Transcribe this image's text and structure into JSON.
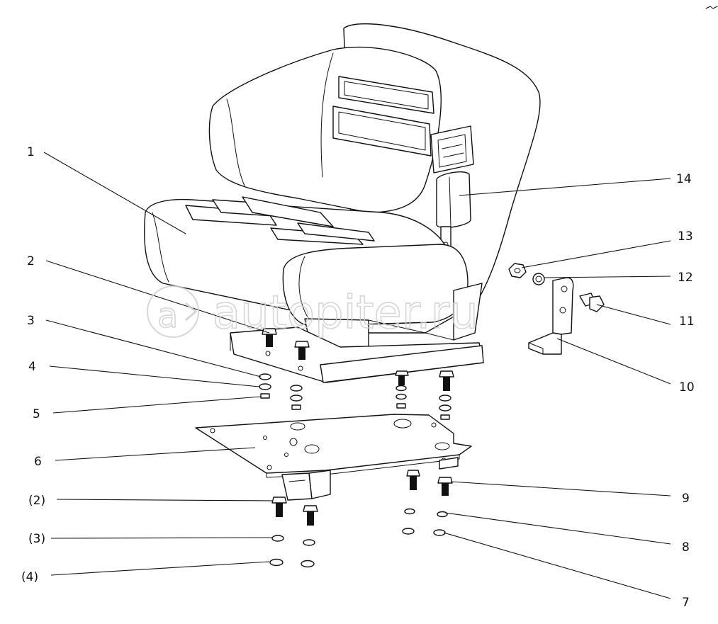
{
  "watermark": {
    "text": "autopiter.ru"
  },
  "callouts": [
    {
      "id": "1",
      "label": "1"
    },
    {
      "id": "2",
      "label": "2"
    },
    {
      "id": "3",
      "label": "3"
    },
    {
      "id": "4",
      "label": "4"
    },
    {
      "id": "5",
      "label": "5"
    },
    {
      "id": "6",
      "label": "6"
    },
    {
      "id": "p2",
      "label": "(2)"
    },
    {
      "id": "p3",
      "label": "(3)"
    },
    {
      "id": "p4",
      "label": "(4)"
    },
    {
      "id": "7",
      "label": "7"
    },
    {
      "id": "8",
      "label": "8"
    },
    {
      "id": "9",
      "label": "9"
    },
    {
      "id": "10",
      "label": "10"
    },
    {
      "id": "11",
      "label": "11"
    },
    {
      "id": "12",
      "label": "12"
    },
    {
      "id": "13",
      "label": "13"
    },
    {
      "id": "14",
      "label": "14"
    }
  ]
}
